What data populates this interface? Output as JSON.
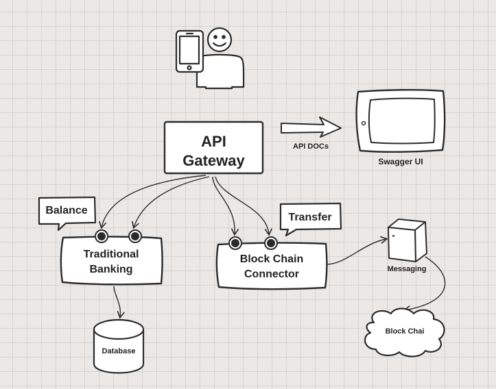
{
  "diagram": {
    "api_gateway": "API Gateway",
    "api_docs": "API DOCs",
    "swagger_ui": "Swagger UI",
    "balance": "Balance",
    "transfer": "Transfer",
    "traditional_banking": "Traditional Banking",
    "block_chain_connector": "Block Chain Connector",
    "messaging": "Messaging",
    "database": "Database",
    "block_chain_cloud": "Block Chai"
  },
  "colors": {
    "stroke": "#2b2b2b",
    "box_fill": "#ffffff",
    "background": "#ebe8e5"
  }
}
